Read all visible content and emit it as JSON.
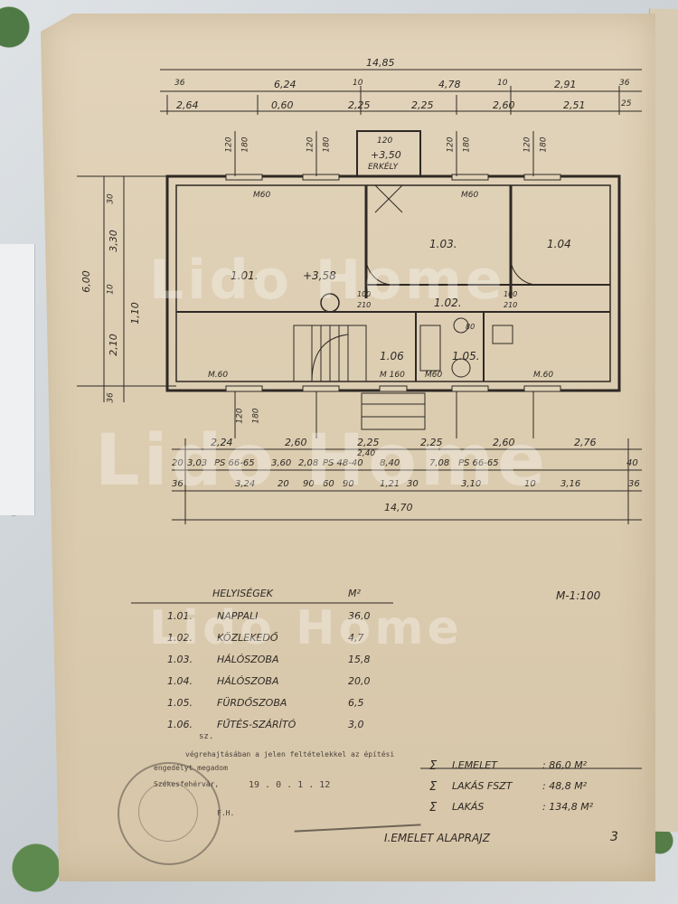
{
  "dimensions": {
    "top_total": "14,85",
    "top_row1": [
      "36",
      "6,24",
      "10",
      "4,78",
      "10",
      "2,91",
      "36"
    ],
    "top_row2": [
      "2,64",
      "0,60",
      "2,25",
      "2,25",
      "2,60",
      "2,51",
      "25"
    ],
    "left_col": [
      "30",
      "3,30",
      "6,00",
      "10",
      "2,10",
      "1,10",
      "36"
    ],
    "window_heights": [
      "120",
      "180",
      "120",
      "180",
      "120",
      "180",
      "120",
      "180",
      "120",
      "180"
    ],
    "balcony": [
      "120",
      "+3,50",
      "ERKÉLY"
    ],
    "bottom_row1": [
      "2,24",
      "2,60",
      "2,25",
      "2,25",
      "2,60",
      "2,76"
    ],
    "bottom_row2": [
      "20",
      "3,03",
      "PS 66-65",
      "3,60",
      "2,08",
      "PS 48-40",
      "8,40",
      "7,08",
      "PS 66-65",
      "40"
    ],
    "bottom_row3": [
      "36",
      "3,24",
      "20",
      "90",
      "60",
      "90",
      "1,21",
      "30",
      "3,10",
      "10",
      "3,16",
      "36"
    ],
    "bottom_total": "14,70",
    "bottom_mid": "2,40"
  },
  "rooms": {
    "r101": "1.01.",
    "r102": "1.02.",
    "r103": "1.03.",
    "r104": "1.04",
    "r105": "1.05.",
    "r106": "1.06",
    "level": "+3,58"
  },
  "plan_labels": {
    "m60": "M60",
    "m60b": "M.60",
    "m160": "M 160",
    "door": "100",
    "door_h": "210",
    "d80": "80",
    "d60": "60"
  },
  "scale": "M-1:100",
  "table": {
    "header_name": "HELYISÉGEK",
    "header_unit": "M²",
    "rows": [
      {
        "no": "1.01.",
        "name": "NAPPALI",
        "area": "36,0"
      },
      {
        "no": "1.02.",
        "name": "KÖZLEKEDŐ",
        "area": "4,7"
      },
      {
        "no": "1.03.",
        "name": "HÁLÓSZOBA",
        "area": "15,8"
      },
      {
        "no": "1.04.",
        "name": "HÁLÓSZOBA",
        "area": "20,0"
      },
      {
        "no": "1.05.",
        "name": "FÜRDŐSZOBA",
        "area": "6,5"
      },
      {
        "no": "1.06.",
        "name": "FŰTÉS-SZÁRÍTÓ",
        "area": "3,0"
      }
    ]
  },
  "summary": [
    {
      "sym": "Σ",
      "label": "I.EMELET",
      "value": ": 86,0 M²"
    },
    {
      "sym": "Σ",
      "label": "LAKÁS FSZT",
      "value": ": 48,8 M²"
    },
    {
      "sym": "Σ",
      "label": "LAKÁS",
      "value": ": 134,8 M²"
    }
  ],
  "stamp_text": {
    "line1": "végrehajtásában a jelen feltételekkel az építési",
    "line2": "engedélyt megadom",
    "line3": "Székesfehérvár,",
    "line4": "F.H.",
    "date": "19 . 0 . 1 . 12",
    "sz": "sz."
  },
  "footer_title": "I.EMELET ALAPRAJZ",
  "page_no": "3",
  "watermark": "Lido Home"
}
